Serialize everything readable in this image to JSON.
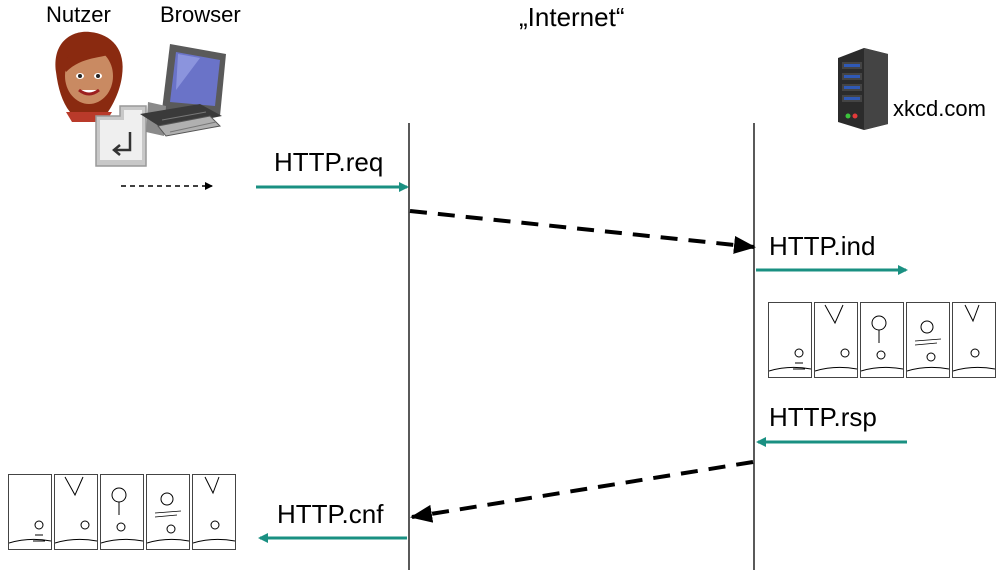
{
  "labels": {
    "user": "Nutzer",
    "browser": "Browser",
    "internet": "„Internet“",
    "server": "xkcd.com"
  },
  "messages": {
    "request": "HTTP.req",
    "indication": "HTTP.ind",
    "response": "HTTP.rsp",
    "confirmation": "HTTP.cnf"
  },
  "colors": {
    "primitive_arrow": "#1a9082",
    "network_arrow": "#000000",
    "lifeline": "#000000"
  },
  "icons": {
    "user": "woman-avatar-icon",
    "enter_key": "enter-key-icon",
    "browser": "desktop-computer-icon",
    "server": "server-tower-icon",
    "comic": "xkcd-comic-strip"
  }
}
